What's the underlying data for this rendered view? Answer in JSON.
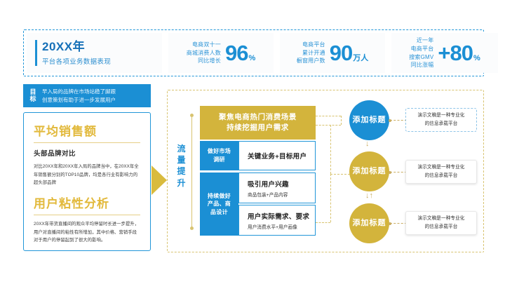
{
  "header": {
    "title_main": "20XX年",
    "title_sub": "平台各项业务数据表现",
    "stats": [
      {
        "label": "电商双十一\n商城消费人数\n同比增长",
        "value": "96",
        "unit": "%"
      },
      {
        "label": "电商平台\n累计开通\n橱窗用户数",
        "value": "90",
        "unit": "万人"
      },
      {
        "label": "近一年\n电商平台\n搜索GMV\n同比涨幅",
        "value": "+80",
        "unit": "%"
      }
    ]
  },
  "goal": {
    "icon_label": "目标",
    "line1": "早入局的品牌在市场站稳了脚跟",
    "line2": "创意策划有助于进一步发展用户"
  },
  "left_card": {
    "heading1": "平均销售额",
    "subheading1": "头部品牌对比",
    "body1": "对比20XX年和20XX年入局的品牌当中，在20XX年全年销售额分别的TOP10品牌，均是各行业有影响力的超头部品牌",
    "heading2": "用户粘性分析",
    "body2": "20XX年带货直播间的观众平均停留时长进一步提升，用户对直播间的粘性有所增加，其中价格、营销手段对于用户的停留起到了很大的影响。"
  },
  "flow": {
    "vertical_label": "流量提升",
    "banner_line1": "聚焦电商热门消费场景",
    "banner_line2": "持续挖掘用户需求",
    "rows": [
      {
        "tab": "做好市场\n调研",
        "cells": [
          {
            "main": "关键业务+目标用户",
            "sub": ""
          }
        ]
      },
      {
        "tab": "持续做好\n产品、商\n品设计",
        "cells": [
          {
            "main": "吸引用户兴趣",
            "sub": "商品包装+产品内容"
          },
          {
            "main": "用户实际需求、要求",
            "sub": "用户消费水平+用户画像"
          }
        ]
      }
    ]
  },
  "nodes": [
    {
      "title": "添加标题",
      "color": "#1b8fd4",
      "note": "演示文稿是一种专业化\n的信息承载平台"
    },
    {
      "title": "添加标题",
      "color": "#d3b43c",
      "note": "演示文稿是一种专业化\n的信息承载平台"
    },
    {
      "title": "添加标题",
      "color": "#d3b43c",
      "note": "演示文稿是一种专业化\n的信息承载平台"
    }
  ],
  "arrows": {
    "down": "↓",
    "updown": "↓↑"
  },
  "colors": {
    "blue": "#1b8fd4",
    "gold": "#d3b43c",
    "gold_text": "#e2b93b",
    "dashed_blue": "#2196d8",
    "dashed_gold": "#d8c370"
  }
}
